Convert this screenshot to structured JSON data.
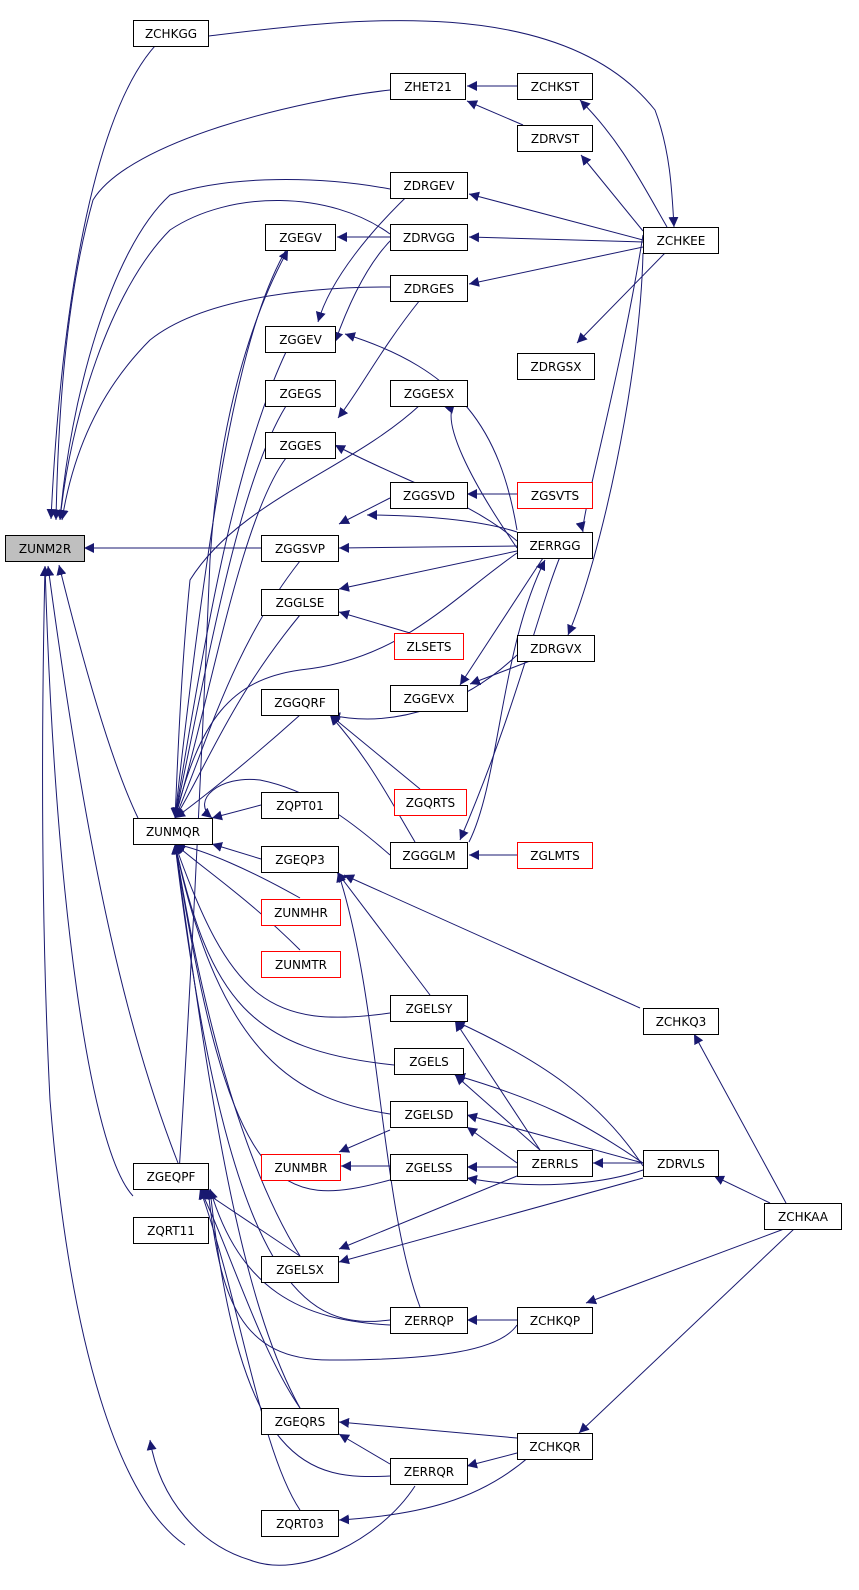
{
  "colors": {
    "edge": "#191970",
    "border": "#000000",
    "border_undocumented": "#ff0000",
    "root_fill": "#bfbfbf",
    "node_fill": "#ffffff"
  },
  "nodes": [
    {
      "id": "ZUNM2R",
      "label": "ZUNM2R",
      "root": true
    },
    {
      "id": "ZCHKGG",
      "label": "ZCHKGG"
    },
    {
      "id": "ZHET21",
      "label": "ZHET21"
    },
    {
      "id": "ZCHKST",
      "label": "ZCHKST"
    },
    {
      "id": "ZDRVST",
      "label": "ZDRVST"
    },
    {
      "id": "ZDRGEV",
      "label": "ZDRGEV"
    },
    {
      "id": "ZGEGV",
      "label": "ZGEGV"
    },
    {
      "id": "ZDRVGG",
      "label": "ZDRVGG"
    },
    {
      "id": "ZCHKEE",
      "label": "ZCHKEE"
    },
    {
      "id": "ZDRGES",
      "label": "ZDRGES"
    },
    {
      "id": "ZGGEV",
      "label": "ZGGEV"
    },
    {
      "id": "ZDRGSX",
      "label": "ZDRGSX"
    },
    {
      "id": "ZGEGS",
      "label": "ZGEGS"
    },
    {
      "id": "ZGGESX",
      "label": "ZGGESX"
    },
    {
      "id": "ZGGES",
      "label": "ZGGES"
    },
    {
      "id": "ZGGSVD",
      "label": "ZGGSVD"
    },
    {
      "id": "ZGSVTS",
      "label": "ZGSVTS",
      "undocumented": true
    },
    {
      "id": "ZGGSVP",
      "label": "ZGGSVP"
    },
    {
      "id": "ZERRGG",
      "label": "ZERRGG"
    },
    {
      "id": "ZGGLSE",
      "label": "ZGGLSE"
    },
    {
      "id": "ZLSETS",
      "label": "ZLSETS",
      "undocumented": true
    },
    {
      "id": "ZDRGVX",
      "label": "ZDRGVX"
    },
    {
      "id": "ZGGEVX",
      "label": "ZGGEVX"
    },
    {
      "id": "ZGGQRF",
      "label": "ZGGQRF"
    },
    {
      "id": "ZGQRTS",
      "label": "ZGQRTS",
      "undocumented": true
    },
    {
      "id": "ZQPT01",
      "label": "ZQPT01"
    },
    {
      "id": "ZUNMQR",
      "label": "ZUNMQR"
    },
    {
      "id": "ZGEQP3",
      "label": "ZGEQP3"
    },
    {
      "id": "ZGGGLM",
      "label": "ZGGGLM"
    },
    {
      "id": "ZGLMTS",
      "label": "ZGLMTS",
      "undocumented": true
    },
    {
      "id": "ZUNMHR",
      "label": "ZUNMHR",
      "undocumented": true
    },
    {
      "id": "ZUNMTR",
      "label": "ZUNMTR",
      "undocumented": true
    },
    {
      "id": "ZGELSY",
      "label": "ZGELSY"
    },
    {
      "id": "ZCHKQ3",
      "label": "ZCHKQ3"
    },
    {
      "id": "ZGELS",
      "label": "ZGELS"
    },
    {
      "id": "ZGELSD",
      "label": "ZGELSD"
    },
    {
      "id": "ZUNMBR",
      "label": "ZUNMBR",
      "undocumented": true
    },
    {
      "id": "ZGELSS",
      "label": "ZGELSS"
    },
    {
      "id": "ZERRLS",
      "label": "ZERRLS"
    },
    {
      "id": "ZDRVLS",
      "label": "ZDRVLS"
    },
    {
      "id": "ZGEQPF",
      "label": "ZGEQPF"
    },
    {
      "id": "ZCHKAA",
      "label": "ZCHKAA"
    },
    {
      "id": "ZQRT11",
      "label": "ZQRT11"
    },
    {
      "id": "ZGELSX",
      "label": "ZGELSX"
    },
    {
      "id": "ZERRQP",
      "label": "ZERRQP"
    },
    {
      "id": "ZCHKQP",
      "label": "ZCHKQP"
    },
    {
      "id": "ZGEQRS",
      "label": "ZGEQRS"
    },
    {
      "id": "ZCHKQR",
      "label": "ZCHKQR"
    },
    {
      "id": "ZERRQR",
      "label": "ZERRQR"
    },
    {
      "id": "ZQRT03",
      "label": "ZQRT03"
    }
  ]
}
